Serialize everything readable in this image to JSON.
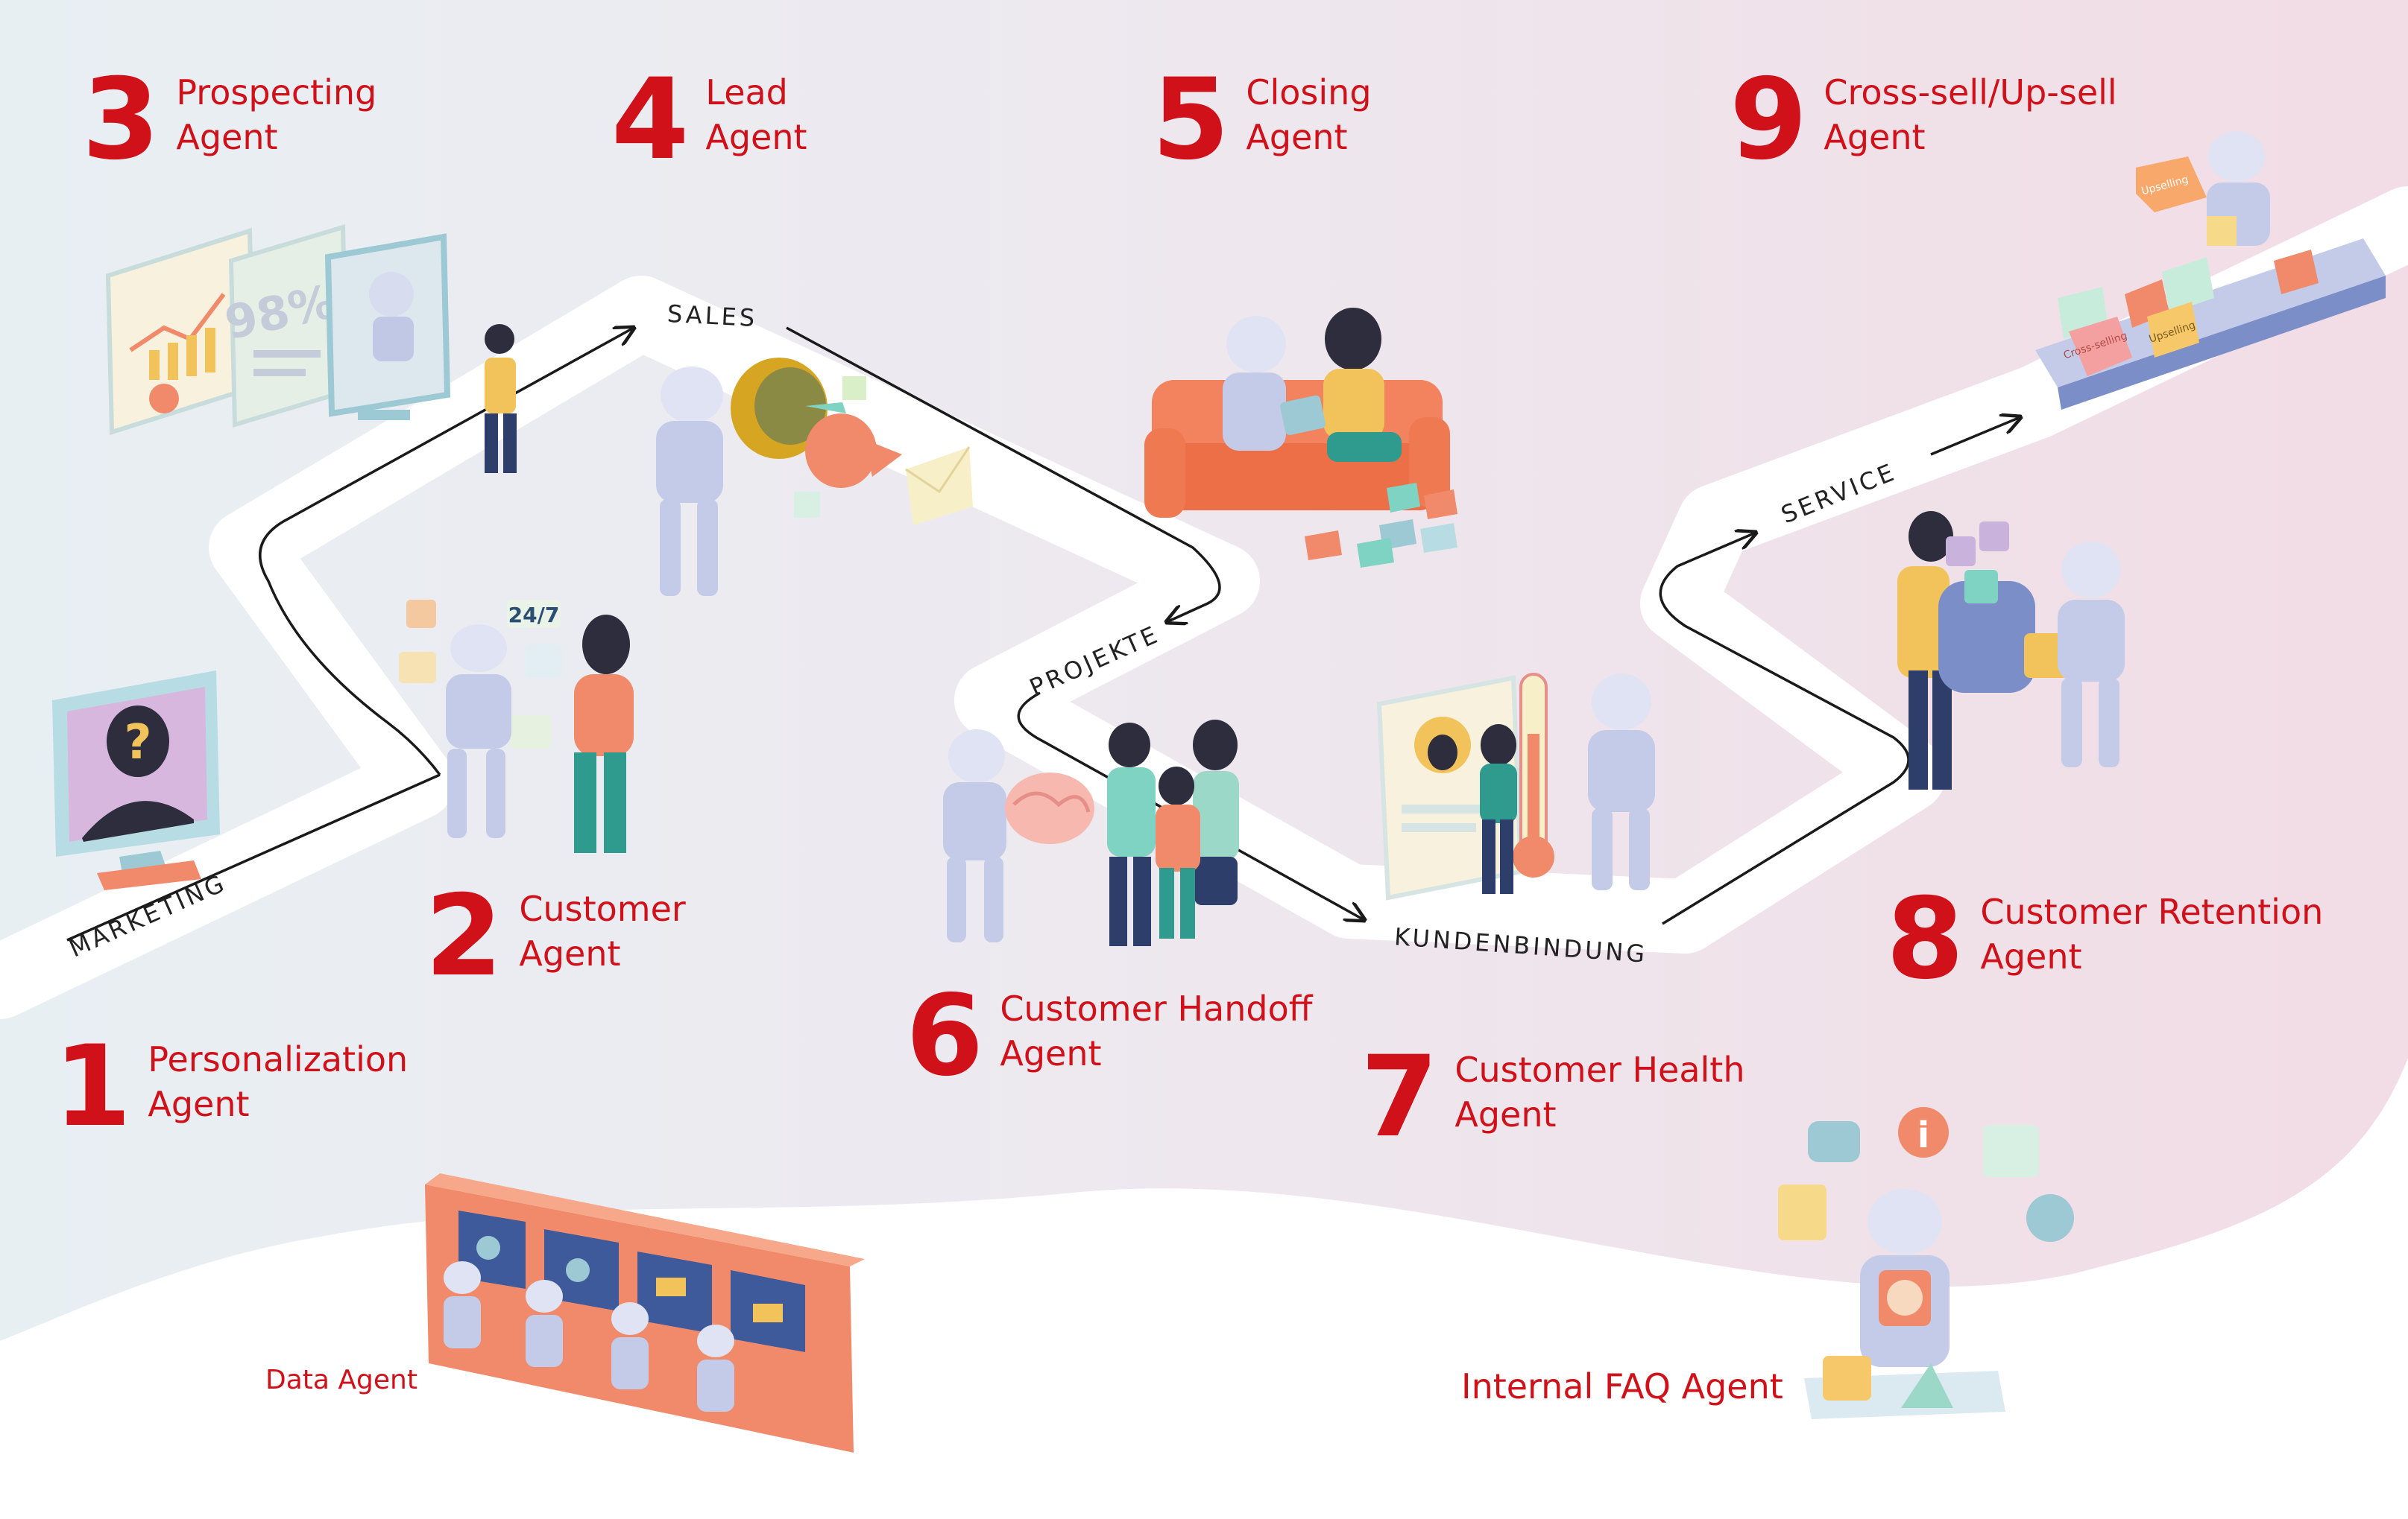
{
  "colors": {
    "accent": "#d0111a",
    "road": "#ffffff",
    "arrow": "#1a1a1a",
    "bg_left": "#e9eff3",
    "bg_right": "#f3dfe6"
  },
  "stages": {
    "marketing": "MARKETING",
    "sales": "SALES",
    "projekte": "PROJEKTE",
    "kundenbindung": "KUNDENBINDUNG",
    "service": "SERVICE"
  },
  "agents": {
    "a1": {
      "num": "1",
      "line1": "Personalization",
      "line2": "Agent"
    },
    "a2": {
      "num": "2",
      "line1": "Customer",
      "line2": "Agent"
    },
    "a3": {
      "num": "3",
      "line1": "Prospecting",
      "line2": "Agent"
    },
    "a4": {
      "num": "4",
      "line1": "Lead",
      "line2": "Agent"
    },
    "a5": {
      "num": "5",
      "line1": "Closing",
      "line2": "Agent"
    },
    "a6": {
      "num": "6",
      "line1": "Customer Handoff",
      "line2": "Agent"
    },
    "a7": {
      "num": "7",
      "line1": "Customer Health",
      "line2": "Agent"
    },
    "a8": {
      "num": "8",
      "line1": "Customer Retention",
      "line2": "Agent"
    },
    "a9": {
      "num": "9",
      "line1": "Cross-sell/Up-sell",
      "line2": "Agent"
    }
  },
  "extra_agents": {
    "data": "Data Agent",
    "faq": "Internal FAQ Agent"
  },
  "illustration_text": {
    "stat_98": "98%",
    "badge_247": "24/7",
    "tag_upselling": "Upselling",
    "tag_crossselling": "Cross-selling",
    "mark_question": "?",
    "mark_info": "i"
  },
  "icons": {
    "personalization": "question-avatar-monitor-icon",
    "customer": "robot-chat-assistant-icon",
    "prospecting": "analytics-dashboard-icon",
    "lead": "megaphone-robot-icon",
    "closing": "sofa-meeting-icon",
    "handoff": "brain-handoff-icon",
    "health": "thermometer-profile-icon",
    "retention": "puzzle-backpack-icon",
    "crosssell": "conveyor-belt-icon",
    "data": "control-room-icon",
    "faq": "juggling-robot-icon"
  }
}
